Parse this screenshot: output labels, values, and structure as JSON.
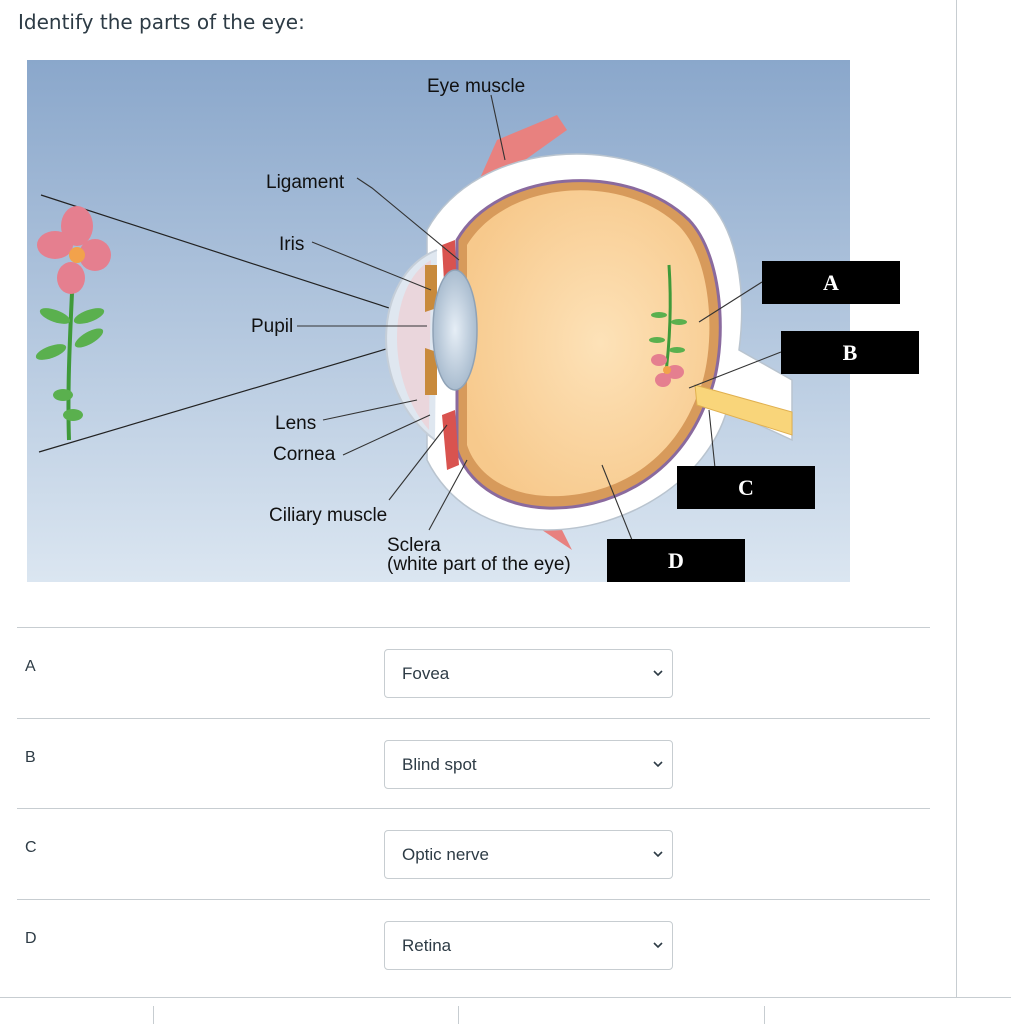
{
  "question": {
    "title": "Identify the parts of the eye:"
  },
  "figure": {
    "labels": {
      "eye_muscle": "Eye muscle",
      "ligament": "Ligament",
      "iris": "Iris",
      "pupil": "Pupil",
      "lens": "Lens",
      "cornea": "Cornea",
      "ciliary_muscle": "Ciliary muscle",
      "sclera": "Sclera",
      "sclera_note": "(white part of the eye)"
    },
    "markers": [
      "A",
      "B",
      "C",
      "D"
    ],
    "colors": {
      "sky_top": "#8aa7cb",
      "sky_bottom": "#dbe6f1",
      "eye_inner": "#fbd9a8",
      "muscle": "#e8817f",
      "sclera": "#ffffff",
      "label_box": "#000000"
    }
  },
  "answers": [
    {
      "letter": "A",
      "selected": "Fovea"
    },
    {
      "letter": "B",
      "selected": "Blind spot"
    },
    {
      "letter": "C",
      "selected": "Optic nerve"
    },
    {
      "letter": "D",
      "selected": "Retina"
    }
  ],
  "icons": {
    "select_arrow": "chevron-down-icon"
  }
}
